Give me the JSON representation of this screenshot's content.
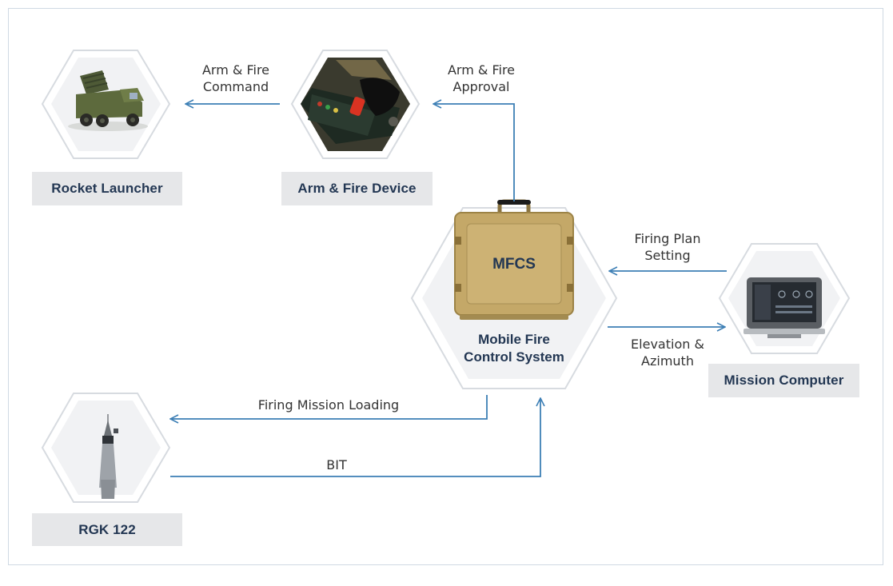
{
  "nodes": {
    "rocket_launcher": {
      "label": "Rocket Launcher",
      "icon": "rocket-launcher-truck-icon"
    },
    "arm_fire_device": {
      "label": "Arm & Fire Device",
      "icon": "arm-fire-device-icon"
    },
    "mfcs": {
      "case_text": "MFCS",
      "label_line1": "Mobile Fire",
      "label_line2": "Control System",
      "icon": "mfcs-case-icon"
    },
    "mission_computer": {
      "label": "Mission Computer",
      "icon": "rugged-tablet-icon"
    },
    "rgk122": {
      "label": "RGK 122",
      "icon": "rgk-fuze-icon"
    }
  },
  "edges": {
    "arm_fire_command": {
      "line1": "Arm & Fire",
      "line2": "Command"
    },
    "arm_fire_approval": {
      "line1": "Arm & Fire",
      "line2": "Approval"
    },
    "firing_plan_setting": {
      "line1": "Firing Plan",
      "line2": "Setting"
    },
    "elevation_azimuth": {
      "line1": "Elevation &",
      "line2": "Azimuth"
    },
    "firing_mission_loading": {
      "text": "Firing Mission Loading"
    },
    "bit": {
      "text": "BIT"
    }
  },
  "colors": {
    "arrow": "#3d7fb5",
    "label_text": "#233753",
    "label_bg": "#e6e7e9",
    "hex_border": "#d7dbe0",
    "case_tan": "#c4a868"
  }
}
